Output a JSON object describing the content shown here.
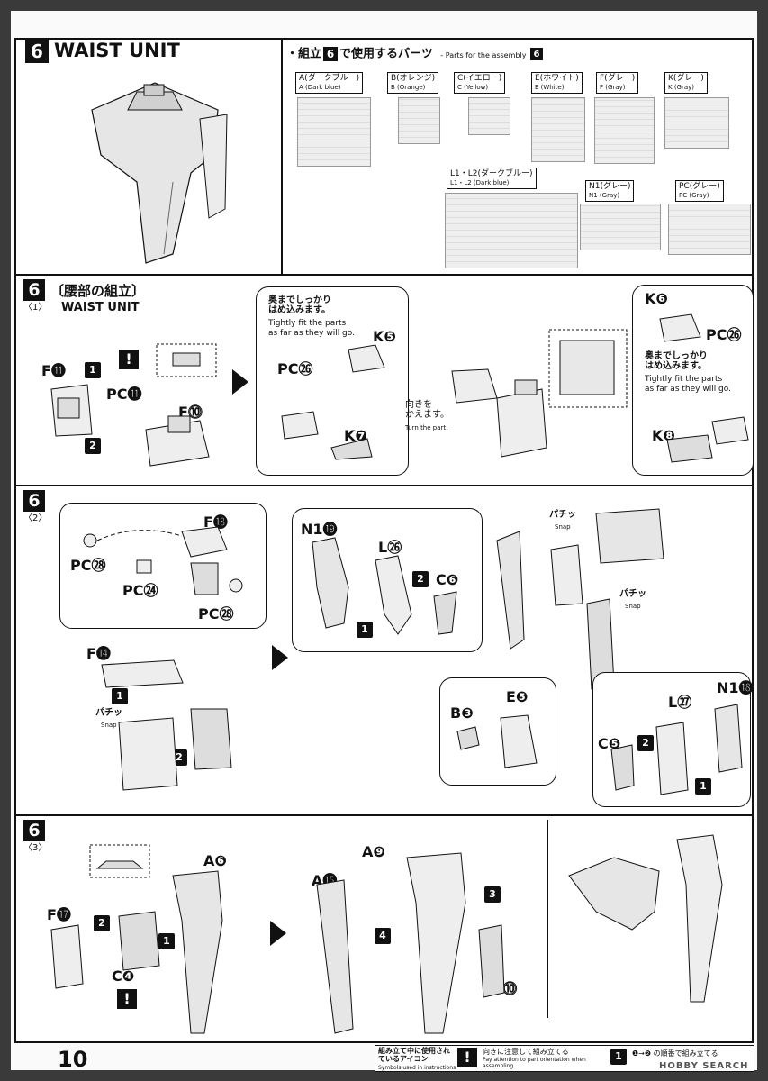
{
  "page_number": "10",
  "header": {
    "step": "6",
    "title": "WAIST UNIT",
    "parts_heading": "・組立",
    "parts_step": "6",
    "parts_heading_suffix": "で使用するパーツ",
    "parts_heading_en": "- Parts for the assembly",
    "parts_heading_en_step": "6"
  },
  "parts": [
    {
      "jp": "A(ダークブルー)",
      "en": "A (Dark blue)"
    },
    {
      "jp": "B(オレンジ)",
      "en": "B (Orange)"
    },
    {
      "jp": "C(イエロー)",
      "en": "C (Yellow)"
    },
    {
      "jp": "E(ホワイト)",
      "en": "E (White)"
    },
    {
      "jp": "F(グレー)",
      "en": "F (Gray)"
    },
    {
      "jp": "K(グレー)",
      "en": "K (Gray)"
    },
    {
      "jp": "L1・L2(ダークブルー)",
      "en": "L1・L2 (Dark blue)"
    },
    {
      "jp": "N1(グレー)",
      "en": "N1 (Gray)"
    },
    {
      "jp": "PC(グレー)",
      "en": "PC (Gray)"
    }
  ],
  "sub1": {
    "step": "6",
    "title_jp": "〔腰部の組立〕",
    "sub": "〈1〉",
    "title_en": "WAIST UNIT",
    "labels": {
      "f11": "F⓫",
      "pc11": "PC⓫",
      "f10": "F⓾",
      "pc26a": "PC㉖",
      "k5": "K❺",
      "k7": "K❼",
      "k6": "K❻",
      "pc26b": "PC㉖",
      "k8": "K❽"
    },
    "note_fit_jp": "奥までしっかり\nはめ込みます。",
    "note_fit_en": "Tightly fit the parts\nas far as they will go.",
    "note_fit2_jp": "奥までしっかり\nはめ込みます。",
    "note_fit2_en": "Tightly fit the parts\nas far as they will go.",
    "note_turn_jp": "向きを\nかえます。",
    "note_turn_en": "Turn the part."
  },
  "sub2": {
    "step": "6",
    "sub": "〈2〉",
    "labels": {
      "f18": "F⓲",
      "pc28a": "PC㉘",
      "pc24": "PC㉔",
      "pc28b": "PC㉘",
      "n1_19": "N1⓳",
      "l26": "L㉖",
      "c6": "C❻",
      "f14": "F⓮",
      "b3": "B❸",
      "e5": "E❺",
      "l27": "L㉗",
      "n1_18": "N1⓲",
      "c5": "C❺"
    },
    "snap": "パチッ",
    "snap_en": "Snap"
  },
  "sub3": {
    "step": "6",
    "sub": "〈3〉",
    "labels": {
      "a6": "A❻",
      "f17": "F⓱",
      "c4": "C❹",
      "a9": "A❾",
      "a15": "A⓯",
      "a10": "A⓾"
    }
  },
  "footer": {
    "icon_heading_jp": "組み立て中に使用されているアイコン",
    "icon_heading_en": "Symbols used in instructions",
    "warn_jp": "向きに注意して組み立てる",
    "warn_en": "Pay attention to part orientation when assembling.",
    "order_jp": "❶→❷ の順番で組み立てる",
    "watermark": "HOBBY SEARCH"
  }
}
